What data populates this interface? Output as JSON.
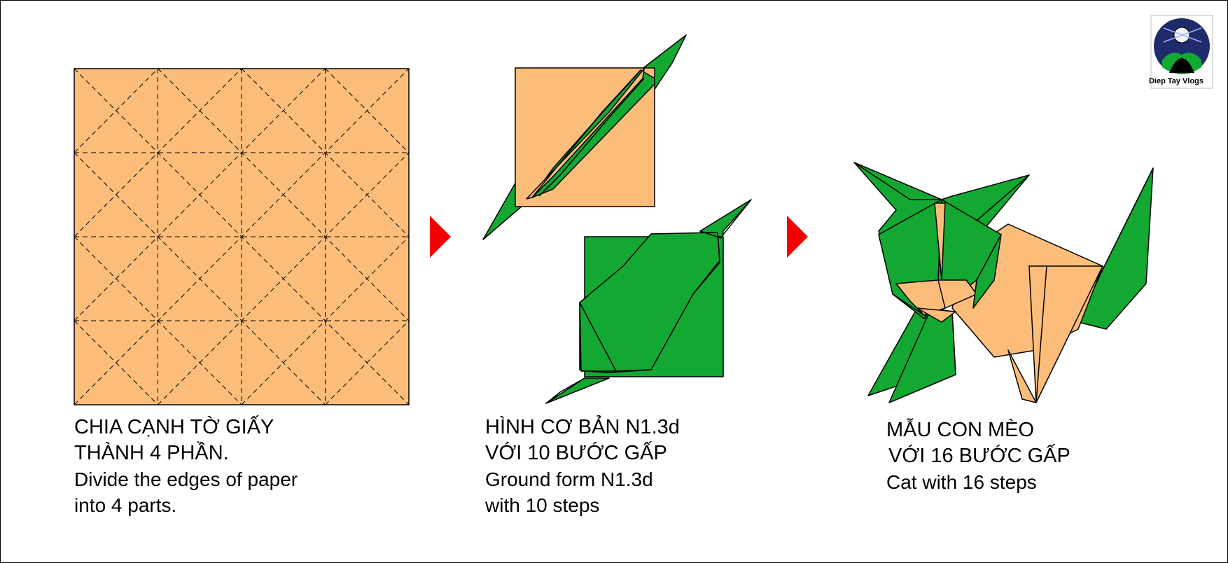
{
  "colors": {
    "paper_orange": "#FDBD7A",
    "origami_green": "#12A832",
    "arrow_red": "#F20000",
    "logo_navy": "#1F2B6B"
  },
  "steps": [
    {
      "caption_vn_1": "CHIA CẠNH TỜ GIẤY",
      "caption_vn_2": "THÀNH 4 PHẦN.",
      "caption_en_1": "Divide the edges of paper",
      "caption_en_2": "into 4 parts."
    },
    {
      "caption_vn_1": "HÌNH CƠ BẢN N1.3d",
      "caption_vn_2": "VỚI 10 BƯỚC GẤP",
      "caption_en_1": "Ground form N1.3d",
      "caption_en_2": "with 10 steps"
    },
    {
      "caption_vn_1": "MẪU CON MÈO",
      "caption_vn_2": "VỚI 16 BƯỚC GẤP",
      "caption_en_1": "Cat with 16 steps"
    }
  ],
  "arrows": [
    "arrow-right-icon",
    "arrow-right-icon"
  ],
  "logo": {
    "label": "Diep Tay Vlogs",
    "icon": "channel-avatar-icon"
  }
}
